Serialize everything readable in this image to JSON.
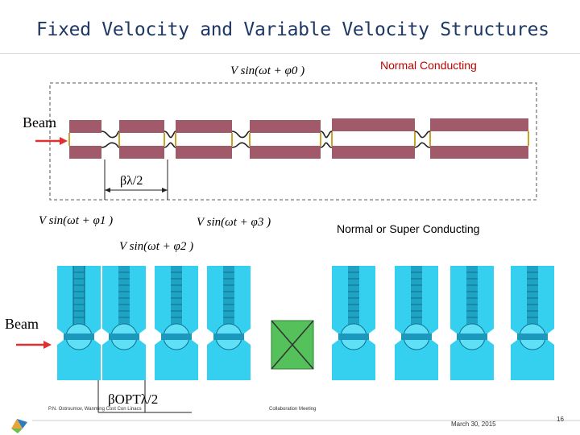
{
  "slide": {
    "title": "Fixed Velocity and Variable Velocity Structures",
    "page_number": "16"
  },
  "top_diagram": {
    "label_normal_conducting": "Normal Conducting",
    "formula_main": "V sin(ωt + φ0 )",
    "beam_label": "Beam",
    "spacing_label": "βλ/2"
  },
  "bottom_diagram": {
    "formula_1": "V sin(ωt + φ1 )",
    "formula_2": "V sin(ωt + φ2 )",
    "formula_3": "V sin(ωt + φ3 )",
    "label_normal_or_super": "Normal or Super Conducting",
    "beam_label": "Beam",
    "spacing_label": "βOPTλ/2"
  },
  "footer": {
    "author": "P.N. Ostroumov, Wanming Cost Con Linacs",
    "meeting": "Collaboration Meeting",
    "date": "March 30, 2015"
  },
  "colors": {
    "title": "#1f3864",
    "cell": "#a05a6a",
    "cavity": "#33ccee",
    "beam_arrow": "#e03030",
    "dash": "#7a7a7a"
  }
}
